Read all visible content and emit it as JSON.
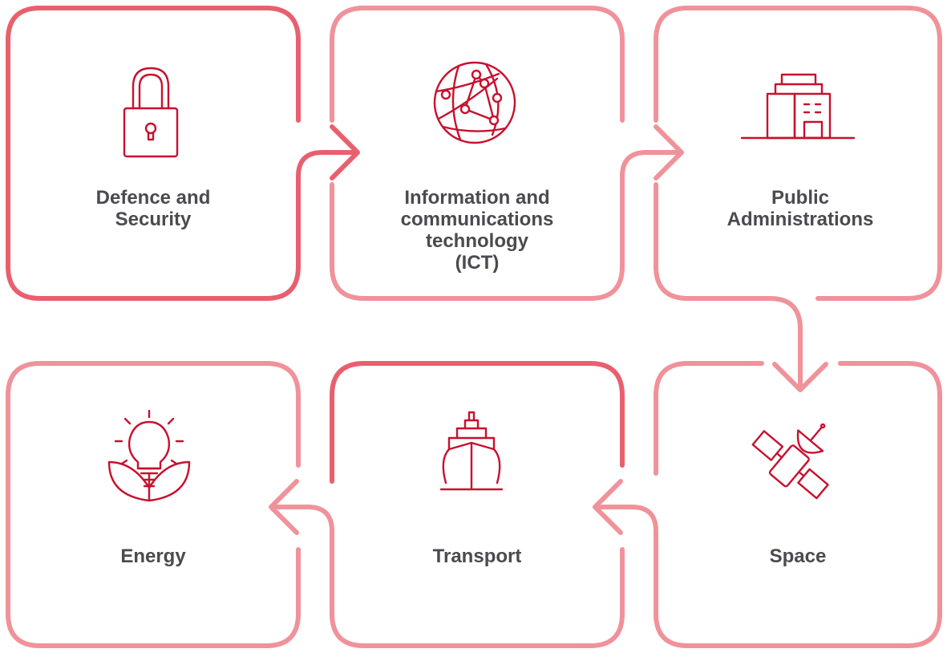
{
  "colors": {
    "strong_outline": "#e8606e",
    "light_outline": "#f0929a",
    "icon": "#c8102e",
    "text": "#4a4a4f"
  },
  "steps": [
    {
      "label": "Defence and\nSecurity",
      "icon": "padlock-icon"
    },
    {
      "label": "Information and\ncommunications\ntechnology\n(ICT)",
      "icon": "network-globe-icon"
    },
    {
      "label": "Public\nAdministrations",
      "icon": "building-icon"
    },
    {
      "label": "Space",
      "icon": "satellite-icon"
    },
    {
      "label": "Transport",
      "icon": "ship-icon"
    },
    {
      "label": "Energy",
      "icon": "lightbulb-plant-icon"
    }
  ]
}
